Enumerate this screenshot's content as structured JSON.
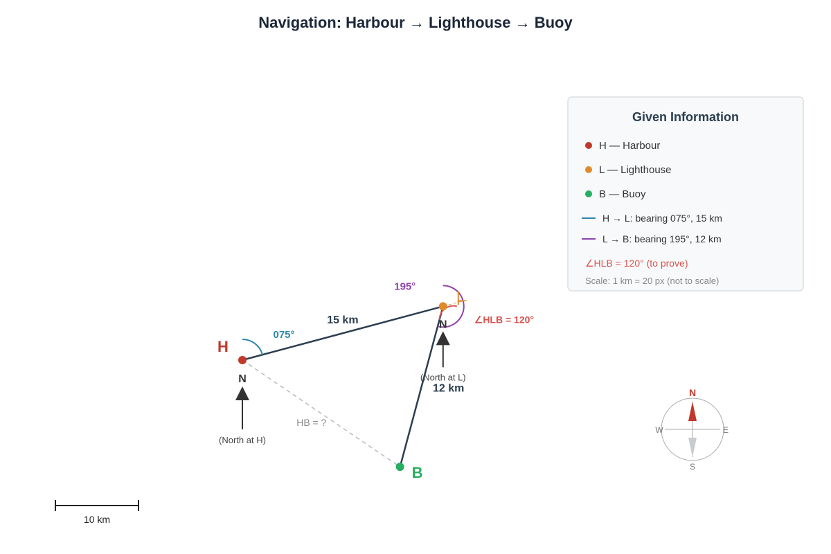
{
  "title": "Navigation: Harbour → Lighthouse → Buoy",
  "colors": {
    "harbour": "#c0392b",
    "lighthouse": "#e08a2c",
    "buoy": "#27ae60",
    "hl_bearing": "#2e86ab",
    "lb_bearing": "#8e44ad",
    "angle": "#d9534f",
    "segment": "#2c3e50",
    "hb_dashed": "#bbbbbb"
  },
  "points": {
    "H": {
      "label": "H"
    },
    "L": {
      "label": "L"
    },
    "B": {
      "label": "B"
    }
  },
  "north_markers": {
    "H": {
      "letter": "N",
      "note": "(North at H)"
    },
    "L": {
      "letter": "N",
      "note": "(North at L)"
    }
  },
  "segments": {
    "HL": {
      "bearing_deg": 75,
      "distance_km": 15,
      "distance_label": "15 km",
      "bearing_label": "075°"
    },
    "LB": {
      "bearing_deg": 195,
      "distance_km": 12,
      "distance_label": "12 km",
      "bearing_label": "195°"
    },
    "HB": {
      "label": "HB = ?"
    }
  },
  "angle_label": "∠HLB = 120°",
  "legend": {
    "title": "Given Information",
    "points": [
      {
        "key": "harbour",
        "text": "H — Harbour"
      },
      {
        "key": "lighthouse",
        "text": "L — Lighthouse"
      },
      {
        "key": "buoy",
        "text": "B — Buoy"
      }
    ],
    "lines": [
      {
        "key": "hl_bearing",
        "text": "H → L: bearing 075°, 15 km"
      },
      {
        "key": "lb_bearing",
        "text": "L → B: bearing 195°, 12 km"
      }
    ],
    "claim": "∠HLB = 120° (to prove)",
    "scale_note": "Scale: 1 km = 20 px (not to scale)"
  },
  "scale_bar": {
    "km": 10,
    "label": "10 km"
  },
  "compass": {
    "N": "N",
    "E": "E",
    "S": "S",
    "W": "W"
  }
}
